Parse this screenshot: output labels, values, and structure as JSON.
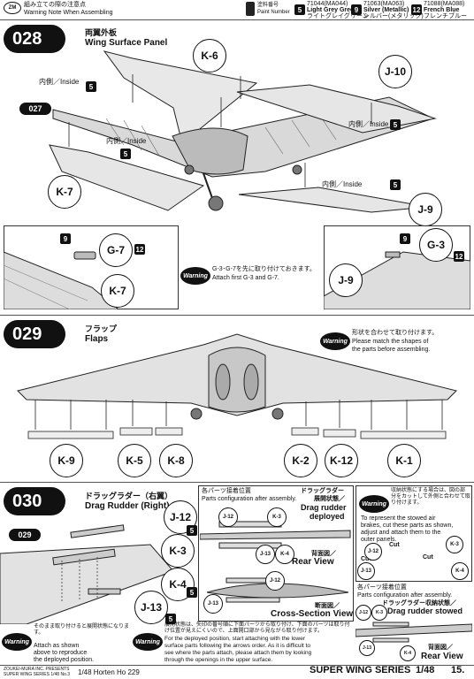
{
  "header": {
    "brand": "ZM",
    "jp_note": "組み立ての際の注意点",
    "en_note": "Warning Note When Assembling",
    "paint_col_jp": "塗料番号",
    "paint_col_en": "Paint Number",
    "paints": [
      {
        "code": "71044(MA044)",
        "name": "Light Grey Green",
        "jp": "ライトグレイグリーン",
        "chip": "5"
      },
      {
        "code": "71063(MA063)",
        "name": "Silver (Metallic)",
        "jp": "シルバー(メタリック)",
        "chip": "9"
      },
      {
        "code": "71088(MA088)",
        "name": "French Blue",
        "jp": "フレンチブルー",
        "chip": "12"
      }
    ]
  },
  "step028": {
    "number": "028",
    "title_jp": "両翼外板",
    "title_en": "Wing Surface Panel",
    "sub_step": "027",
    "inside_label": "内側／Inside",
    "parts": [
      "K-6",
      "J-10",
      "K-7",
      "J-9"
    ],
    "detail_parts": [
      "G-7",
      "K-7",
      "G-3",
      "J-9"
    ],
    "warning_label": "Warning",
    "warning_jp": "G-3･G-7を先に取り付けておきます。",
    "warning_en": "Attach first G-3 and G-7.",
    "chip5": "5",
    "chip9": "9",
    "chip12": "12"
  },
  "step029": {
    "number": "029",
    "title_jp": "フラップ",
    "title_en": "Flaps",
    "warning_label": "Warning",
    "warning_jp": "形状を合わせて取り付けます。",
    "warning_en1": "Please match the shapes of",
    "warning_en2": "the parts before assembling.",
    "parts": [
      "K-9",
      "K-5",
      "K-8",
      "K-2",
      "K-12",
      "K-1"
    ]
  },
  "step030": {
    "number": "030",
    "title_jp": "ドラッグラダー（右翼）",
    "title_en": "Drag Rudder (Right)",
    "sub_step": "029",
    "parts": [
      "J-12",
      "K-3",
      "K-4",
      "J-13"
    ],
    "chip5": "5",
    "deployed_box": {
      "jp": "各パーツ接着位置",
      "en": "Parts configuration after assembly.",
      "state_jp": "ドラッグラダー",
      "state_jp2": "展開状態／",
      "state_en1": "Drag rudder",
      "state_en2": "deployed",
      "rear_view_jp": "背面図／",
      "rear_view": "Rear View",
      "cross_jp": "断面図／",
      "cross_view": "Cross-Section View",
      "parts": [
        "J-12",
        "K-3",
        "J-13",
        "K-4",
        "J-12",
        "J-13"
      ]
    },
    "stowed_box": {
      "warning_label": "Warning",
      "jp": "収納状態にする場合は、図の部分をカットして外側と合わせて取り付けます。",
      "en1": "To represent the stowed air",
      "en2": "brakes, cut these parts as shown,",
      "en3": "adjust and attach them to the",
      "en4": "outer panels.",
      "cut": "Cut",
      "parts": [
        "J-12",
        "K-3",
        "J-13",
        "K-4"
      ],
      "cfg_jp": "各パーツ接着位置",
      "cfg_en": "Parts configuration after assembly.",
      "state_jp": "ドラッグラダー収納状態／",
      "state_en": "Drag rudder stowed",
      "rear_view_jp": "背面図／",
      "rear_view": "Rear View",
      "bottom_parts": [
        "J-12",
        "K-3",
        "J-13",
        "K-4"
      ]
    },
    "warn_left_label": "Warning",
    "warn_left_jp": "そのまま取り付けると展開状態になります。",
    "warn_left_en1": "Attach as shown",
    "warn_left_en2": "above to reproduce",
    "warn_left_en3": "the deployed position.",
    "warn_mid_label": "Warning",
    "warn_mid_jp": "展開状態は、矢印の番号順に下面パーツから取り付け、下面のパーツは取り付け位置が見えにくいので、上面開口部から見ながら取り付けます。",
    "warn_mid_en1": "For the deployed position, start attaching with the lower",
    "warn_mid_en2": "surface parts following the arrows order. As it is difficult to",
    "warn_mid_en3": "see where the parts attach, please attach them by looking",
    "warn_mid_en4": "through the openings in the upper surface."
  },
  "footer": {
    "left1": "ZOUKEI-MURA INC. PRESENTS",
    "left2": "SUPER WING SERIES   1/48 No.3",
    "center": "1/48  Horten Ho 229",
    "series": "SUPER WING SERIES",
    "scale": "1/48",
    "page": "15."
  }
}
